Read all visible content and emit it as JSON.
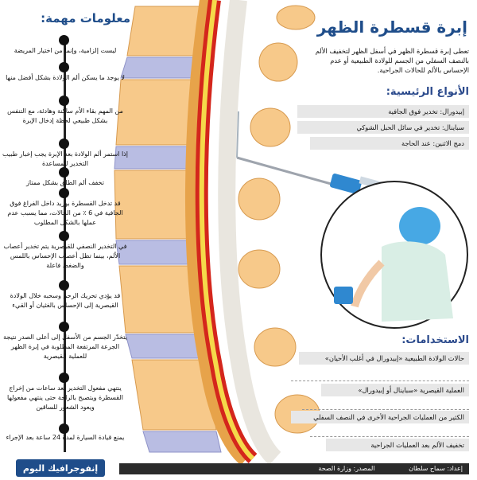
{
  "title": "إبرة قسطرة الظهر",
  "intro": "تعطى إبرة قسطرة الظهر في أسفل الظهر لتخفيف الألم بالنصف السفلي من الجسم للولادة الطبيعية أو عدم الإحساس بالألم للحالات الجراحية.",
  "types_title": "الأنواع الرئيسية:",
  "types": [
    "إبيدورال: تخدير فوق الجافية",
    "سباينال: تخدير في سائل الحبل الشوكي",
    "دمج الاثنين: عند الحاجة"
  ],
  "uses_title": "الاستخدامات:",
  "uses": [
    "حالات الولادة الطبيعية «إبيدورال في أغلب الأحيان»",
    "العملية القيصرية «سباينال أو إبيدورال»",
    "الكثير من العمليات الجراحية الأخرى في النصف السفلي",
    "تخفيف الألم بعد العمليات الجراحية"
  ],
  "info_title": "معلومات مهمة:",
  "info": [
    "ليست إلزامية، وإنما من اختيار المريضة",
    "لا يوجد ما يسكن ألم الولادة بشكل أفضل منها",
    "من المهم بقاء الأم ساكنة وهادئة، مع التنفس بشكل طبيعي لحظة إدخال الإبرة",
    "إذا استمر ألم الولادة بعد الإبرة يجب إخبار طبيب التخدير للمساعدة",
    "تخفف ألم الطلق بشكل ممتاز",
    "قد تدخل القسطرة بوريد داخل الفراغ فوق الجافية في 6 ٪ من الحالات، مما يسبب عدم عملها بالشكل المطلوب",
    "في التخدير النصفي للقيصرية يتم تخدير أعصاب الألم، بينما تظل أعصاب الإحساس باللمس والضغط فاعلة",
    "قد يؤدي تحريك الرحم وسحبه خلال الولادة القيصرية إلى الإحساس بالغثيان أو القيء",
    "يتخدّر الجسم من الأسفل إلى أعلى الصدر نتيجة الجرعة المرتفعة المطلوبة في إبرة الظهر للعملية القيصرية",
    "ينتهي مفعول التخدير بعد ساعات من إخراج القسطرة ويتصبح بالراحة حتى ينتهي مفعولها ويعود الشعور للساقين",
    "يمنع قيادة السيارة لمدة 24 ساعة بعد الإجراء"
  ],
  "logo": "إنفوجرافيك اليوم",
  "source": "المصدر: وزارة الصحة",
  "prepared": "إعداد: سماح سلطان",
  "colors": {
    "title_blue": "#1f4d8a",
    "bone": "#f7c98a",
    "disc": "#b9bde3",
    "cord_red": "#d4261c",
    "cord_yellow": "#f5d94a"
  }
}
